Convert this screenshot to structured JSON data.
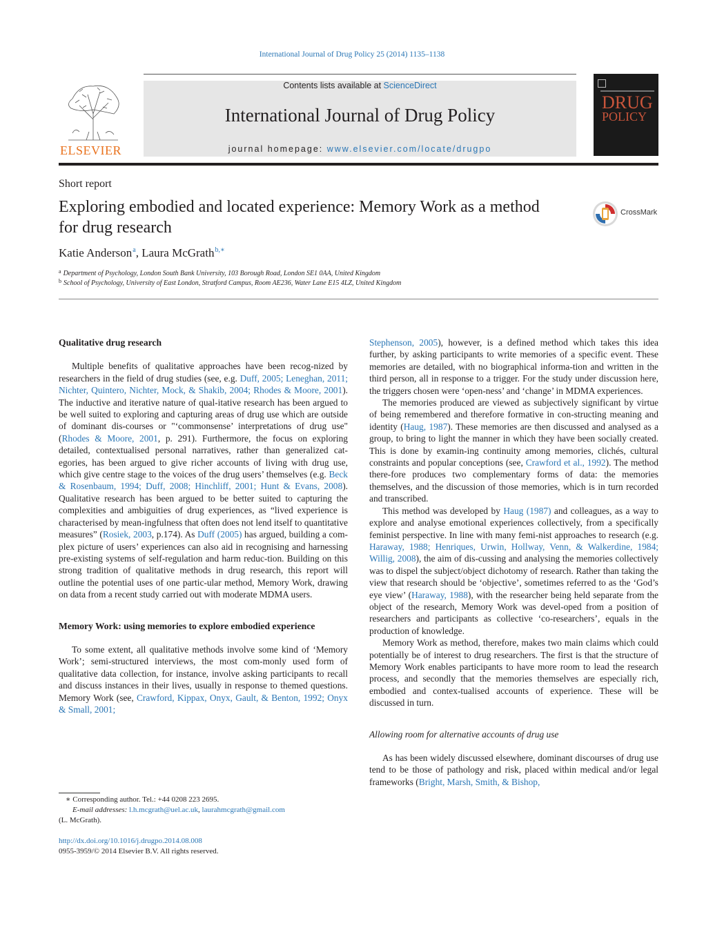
{
  "header": {
    "citation": "International Journal of Drug Policy 25 (2014) 1135–1138",
    "contents_prefix": "Contents lists available at ",
    "contents_link": "ScienceDirect",
    "journal_title": "International Journal of Drug Policy",
    "homepage_prefix": "journal homepage: ",
    "homepage_link": "www.elsevier.com/locate/drugpo",
    "publisher_logo_text": "ELSEVIER",
    "cover_title_line1": "DRUG",
    "cover_title_line2": "POLICY",
    "crossmark_label": "CrossMark"
  },
  "article": {
    "type": "Short report",
    "title": "Exploring embodied and located experience: Memory Work as a method for drug research",
    "authors": [
      {
        "name": "Katie Anderson",
        "sup": "a"
      },
      {
        "name": "Laura McGrath",
        "sup": "b,∗"
      }
    ],
    "affiliations": [
      {
        "sup": "a",
        "text": "Department of Psychology, London South Bank University, 103 Borough Road, London SE1 0AA, United Kingdom"
      },
      {
        "sup": "b",
        "text": "School of Psychology, University of East London, Stratford Campus, Room AE236, Water Lane E15 4LZ, United Kingdom"
      }
    ]
  },
  "body": {
    "left": {
      "h1": "Qualitative drug research",
      "p1": [
        {
          "t": "Multiple benefits of qualitative approaches have been recog-nized by researchers in the field of drug studies (see, e.g. "
        },
        {
          "t": "Duff, 2005; Leneghan, 2011; Nichter, Quintero, Nichter, Mock, & Shakib, 2004; Rhodes & Moore, 2001",
          "link": true
        },
        {
          "t": "). The inductive and iterative nature of qual-itative research has been argued to be well suited to exploring and capturing areas of drug use which are outside of dominant dis-courses or \"‘commonsense’ interpretations of drug use\" ("
        },
        {
          "t": "Rhodes & Moore, 2001",
          "link": true
        },
        {
          "t": ", p. 291). Furthermore, the focus on exploring detailed, contextualised personal narratives, rather than generalized cat-egories, has been argued to give richer accounts of living with drug use, which give centre stage to the voices of the drug users’ themselves (e.g. "
        },
        {
          "t": "Beck & Rosenbaum, 1994; Duff, 2008; Hinchliff, 2001; Hunt & Evans, 2008",
          "link": true
        },
        {
          "t": "). Qualitative research has been argued to be better suited to capturing the complexities and ambiguities of drug experiences, as “lived experience is characterised by mean-ingfulness that often does not lend itself to quantitative measures” ("
        },
        {
          "t": "Rosiek, 2003",
          "link": true
        },
        {
          "t": ", p.174). As "
        },
        {
          "t": "Duff (2005)",
          "link": true
        },
        {
          "t": " has argued, building a com-plex picture of users’ experiences can also aid in recognising and harnessing pre-existing systems of self-regulation and harm reduc-tion. Building on this strong tradition of qualitative methods in drug research, this report will outline the potential uses of one partic-ular method, Memory Work, drawing on data from a recent study carried out with moderate MDMA users."
        }
      ],
      "h2": "Memory Work: using memories to explore embodied experience",
      "p2": [
        {
          "t": "To some extent, all qualitative methods involve some kind of ‘Memory Work’; semi-structured interviews, the most com-monly used form of qualitative data collection, for instance, involve asking participants to recall and discuss instances in their lives, usually in response to themed questions. Memory Work (see, "
        },
        {
          "t": "Crawford, Kippax, Onyx, Gault, & Benton, 1992; Onyx & Small, 2001;",
          "link": true
        }
      ]
    },
    "right": {
      "p1": [
        {
          "t": "Stephenson, 2005",
          "link": true
        },
        {
          "t": "), however, is a defined method which takes this idea further, by asking participants to write memories of a specific event. These memories are detailed, with no biographical informa-tion and written in the third person, all in response to a trigger. For the study under discussion here, the triggers chosen were ‘open-ness’ and ‘change’ in MDMA experiences."
        }
      ],
      "p2": [
        {
          "t": "The memories produced are viewed as subjectively significant by virtue of being remembered and therefore formative in con-structing meaning and identity ("
        },
        {
          "t": "Haug, 1987",
          "link": true
        },
        {
          "t": "). These memories are then discussed and analysed as a group, to bring to light the manner in which they have been socially created. This is done by examin-ing continuity among memories, clichés, cultural constraints and popular conceptions (see, "
        },
        {
          "t": "Crawford et al., 1992",
          "link": true
        },
        {
          "t": "). The method there-fore produces two complementary forms of data: the memories themselves, and the discussion of those memories, which is in turn recorded and transcribed."
        }
      ],
      "p3": [
        {
          "t": "This method was developed by "
        },
        {
          "t": "Haug (1987)",
          "link": true
        },
        {
          "t": " and colleagues, as a way to explore and analyse emotional experiences collectively, from a specifically feminist perspective. In line with many femi-nist approaches to research (e.g. "
        },
        {
          "t": "Haraway, 1988; Henriques, Urwin, Hollway, Venn, & Walkerdine, 1984; Willig, 2008",
          "link": true
        },
        {
          "t": "), the aim of dis-cussing and analysing the memories collectively was to dispel the subject/object dichotomy of research. Rather than taking the view that research should be ‘objective’, sometimes referred to as the ‘God’s eye view’ ("
        },
        {
          "t": "Haraway, 1988",
          "link": true
        },
        {
          "t": "), with the researcher being held separate from the object of the research, Memory Work was devel-oped from a position of researchers and participants as collective ‘co-researchers’, equals in the production of knowledge."
        }
      ],
      "p4": [
        {
          "t": "Memory Work as method, therefore, makes two main claims which could potentially be of interest to drug researchers. The first is that the structure of Memory Work enables participants to have more room to lead the research process, and secondly that the memories themselves are especially rich, embodied and contex-tualised accounts of experience. These will be discussed in turn."
        }
      ],
      "h3": "Allowing room for alternative accounts of drug use",
      "p5": [
        {
          "t": "As has been widely discussed elsewhere, dominant discourses of drug use tend to be those of pathology and risk, placed within medical and/or legal frameworks ("
        },
        {
          "t": "Bright, Marsh, Smith, & Bishop,",
          "link": true
        }
      ]
    }
  },
  "footnotes": {
    "corresponding": "∗ Corresponding author. Tel.: +44 0208 223 2695.",
    "email_label": "E-mail addresses: ",
    "email1": "l.h.mcgrath@uel.ac.uk",
    "email_sep": ", ",
    "email2": "laurahmcgrath@gmail.com",
    "email_owner": "(L. McGrath).",
    "doi": "http://dx.doi.org/10.1016/j.drugpo.2014.08.008",
    "copyright": "0955-3959/© 2014 Elsevier B.V. All rights reserved."
  },
  "colors": {
    "link": "#2a76b5",
    "text": "#231f20",
    "banner": "#e6e6e6",
    "elsevier_orange": "#e9711c"
  }
}
